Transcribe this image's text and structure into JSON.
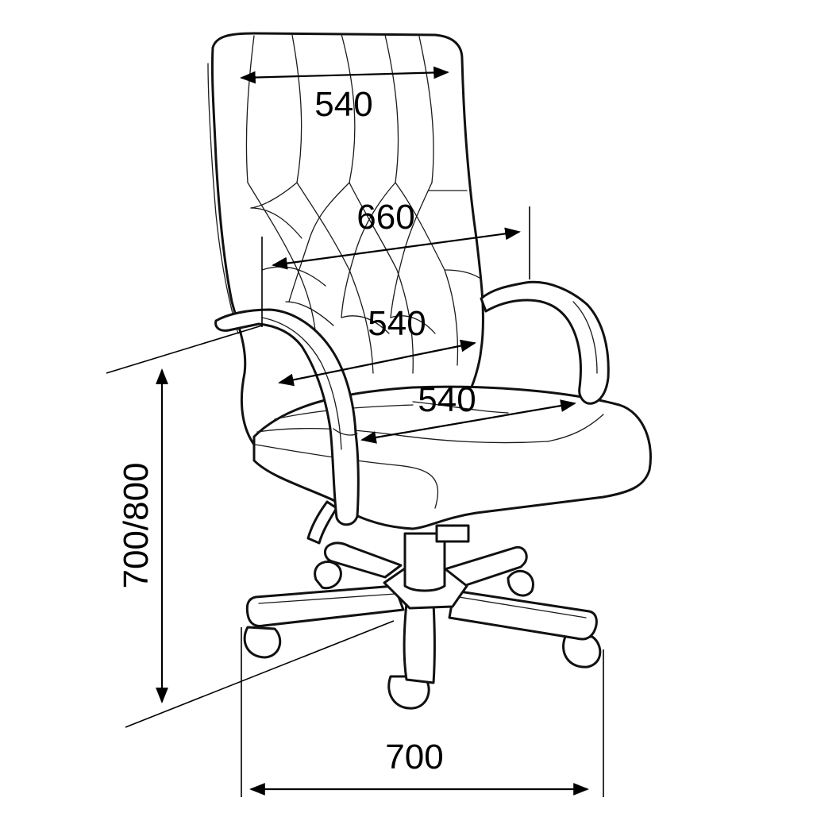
{
  "diagram": {
    "subject": "office-chair",
    "dimensions": {
      "backrest_width": "540",
      "armrest_span": "660",
      "inner_width": "540",
      "seat_width": "540",
      "height": "700/800",
      "base_width": "700"
    }
  }
}
